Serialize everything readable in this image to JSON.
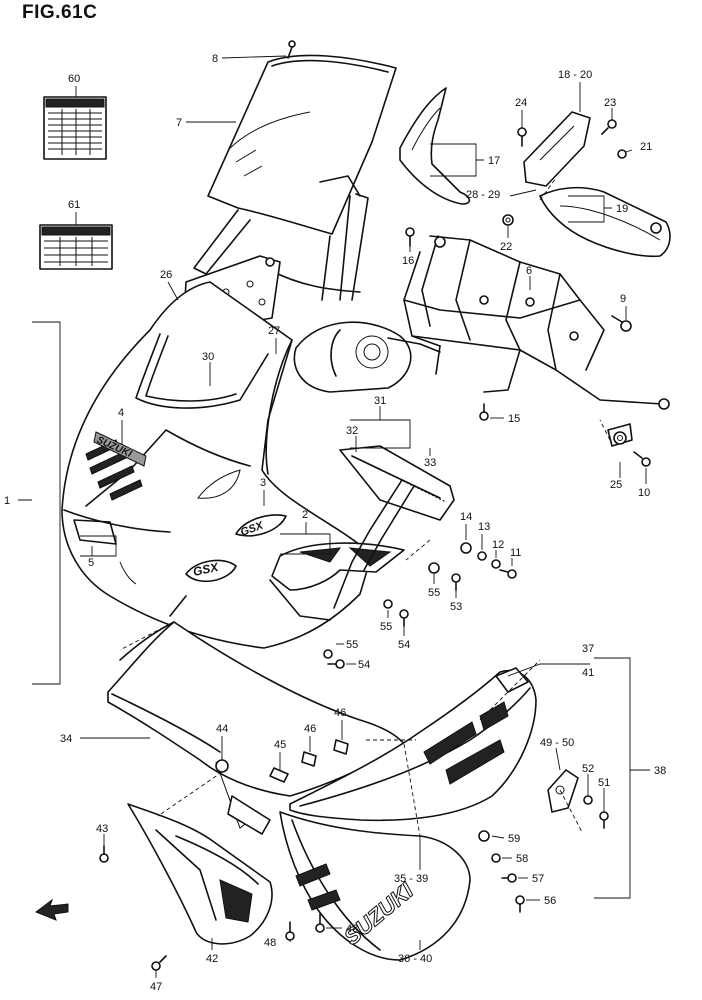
{
  "figure": {
    "title": "FIG.61C"
  },
  "callouts": [
    {
      "id": "c8",
      "text": "8"
    },
    {
      "id": "c7",
      "text": "7"
    },
    {
      "id": "c60",
      "text": "60"
    },
    {
      "id": "c61",
      "text": "61"
    },
    {
      "id": "c18",
      "text": "18 - 20"
    },
    {
      "id": "c24",
      "text": "24"
    },
    {
      "id": "c23",
      "text": "23"
    },
    {
      "id": "c21",
      "text": "21"
    },
    {
      "id": "c17",
      "text": "17"
    },
    {
      "id": "c28",
      "text": "28 - 29"
    },
    {
      "id": "c19",
      "text": "19"
    },
    {
      "id": "c22",
      "text": "22"
    },
    {
      "id": "c16",
      "text": "16"
    },
    {
      "id": "c6",
      "text": "6"
    },
    {
      "id": "c26",
      "text": "26"
    },
    {
      "id": "c9",
      "text": "9"
    },
    {
      "id": "c27",
      "text": "27"
    },
    {
      "id": "c30",
      "text": "30"
    },
    {
      "id": "c15",
      "text": "15"
    },
    {
      "id": "c4",
      "text": "4"
    },
    {
      "id": "c31",
      "text": "31"
    },
    {
      "id": "c32",
      "text": "32"
    },
    {
      "id": "c33",
      "text": "33"
    },
    {
      "id": "c25",
      "text": "25"
    },
    {
      "id": "c10",
      "text": "10"
    },
    {
      "id": "c1",
      "text": "1"
    },
    {
      "id": "c3",
      "text": "3"
    },
    {
      "id": "c14",
      "text": "14"
    },
    {
      "id": "c13",
      "text": "13"
    },
    {
      "id": "c12",
      "text": "12"
    },
    {
      "id": "c11",
      "text": "11"
    },
    {
      "id": "c2",
      "text": "2"
    },
    {
      "id": "c5",
      "text": "5"
    },
    {
      "id": "c55a",
      "text": "55"
    },
    {
      "id": "c53",
      "text": "53"
    },
    {
      "id": "c55b",
      "text": "55"
    },
    {
      "id": "c54a",
      "text": "54"
    },
    {
      "id": "c55c",
      "text": "55"
    },
    {
      "id": "c54b",
      "text": "54"
    },
    {
      "id": "c37",
      "text": "37"
    },
    {
      "id": "c41",
      "text": "41"
    },
    {
      "id": "c34",
      "text": "34"
    },
    {
      "id": "c44",
      "text": "44"
    },
    {
      "id": "c46a",
      "text": "46"
    },
    {
      "id": "c46b",
      "text": "46"
    },
    {
      "id": "c45",
      "text": "45"
    },
    {
      "id": "c49",
      "text": "49 - 50"
    },
    {
      "id": "c38",
      "text": "38"
    },
    {
      "id": "c52",
      "text": "52"
    },
    {
      "id": "c51",
      "text": "51"
    },
    {
      "id": "c43",
      "text": "43"
    },
    {
      "id": "c59",
      "text": "59"
    },
    {
      "id": "c58",
      "text": "58"
    },
    {
      "id": "c57",
      "text": "57"
    },
    {
      "id": "c35",
      "text": "35 - 39"
    },
    {
      "id": "c56",
      "text": "56"
    },
    {
      "id": "c48a",
      "text": "48"
    },
    {
      "id": "c48b",
      "text": "48"
    },
    {
      "id": "c36",
      "text": "36 - 40"
    },
    {
      "id": "c47",
      "text": "47"
    },
    {
      "id": "c42",
      "text": "42"
    }
  ],
  "decals": {
    "upper_logo": "SUZUKI",
    "model_badge_small": "GSX",
    "model_badge_fairing": "GSX",
    "lower_logo": "SUZUKI"
  }
}
